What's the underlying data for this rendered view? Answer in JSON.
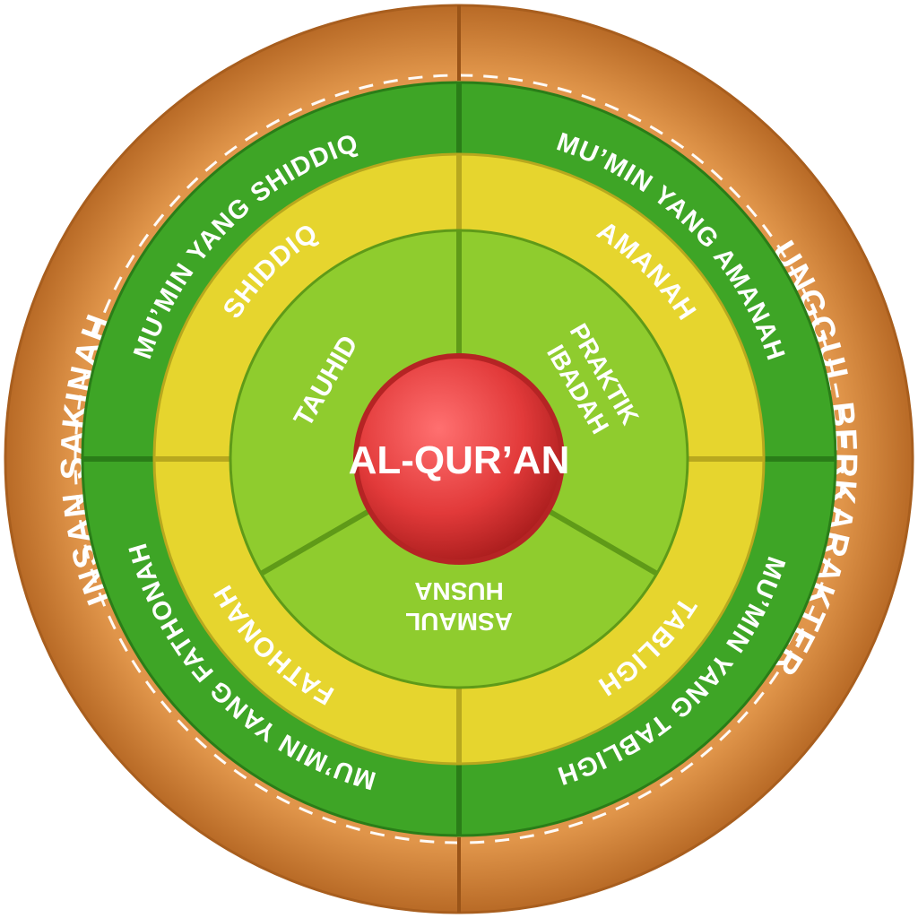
{
  "center": {
    "label": "AL-QUR’AN"
  },
  "outer_ring": {
    "labels": [
      "INSAN SAKINAH",
      "UNGGUL BERKARAKTER"
    ]
  },
  "mumin_ring": {
    "labels": [
      "MU’MIN YANG SHIDDIQ",
      "MU’MIN YANG AMANAH",
      "MU’MIN YANG TABLIGH",
      "MU’MIN YANG FATHONAH"
    ]
  },
  "sifat_ring": {
    "labels": [
      "SHIDDIQ",
      "AMANAH",
      "TABLIGH",
      "FATHONAH"
    ]
  },
  "core_ring": {
    "tauhid": "TAUHID",
    "praktik": [
      "PRAKTIK",
      "IBADAH"
    ],
    "asmaul": [
      "ASMAUL",
      "HUSNA"
    ]
  },
  "colors": {
    "outer": "#d98a3e",
    "outer_dark": "#b86a26",
    "green_dark": "#3ea526",
    "yellow": "#e6d52e",
    "green_light": "#8fcc2e",
    "center": "#e23a3a"
  }
}
